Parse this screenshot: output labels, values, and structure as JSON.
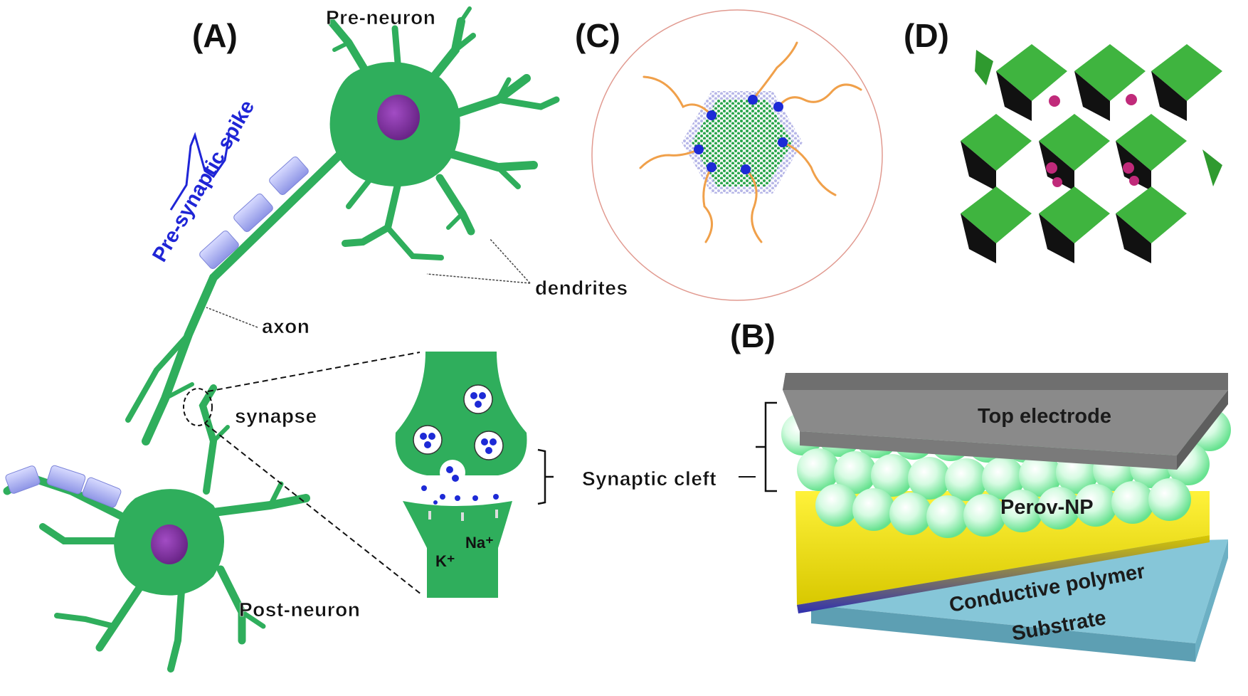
{
  "panels": {
    "a": "(A)",
    "b": "(B)",
    "c": "(C)",
    "d": "(D)"
  },
  "neuron": {
    "pre_neuron": "Pre-neuron",
    "post_neuron": "Post-neuron",
    "presynaptic_spike": "Pre-synaptic spike",
    "dendrites": "dendrites",
    "axon": "axon",
    "synapse": "synapse",
    "synaptic_cleft": "Synaptic cleft",
    "ion_k": "K⁺",
    "ion_na": "Na⁺"
  },
  "device_layers": {
    "top_electrode": "Top electrode",
    "perov_np": "Perov-NP",
    "conductive_polymer": "Conductive polymer",
    "substrate": "Substrate"
  },
  "colors": {
    "neuron_green": "#2fae5c",
    "nucleus": "#7b2e9a",
    "myelin": "#a9aef0",
    "vesicle_dot": "#1d2ad6",
    "ligand": "#f0a04a",
    "octahedron": "#3fb43f",
    "cation": "#c02a7a",
    "electrode": "#8a8a8a",
    "polymer": "#f0e020",
    "substrate": "#86c6d8",
    "sphere": "#c8f8d8"
  }
}
